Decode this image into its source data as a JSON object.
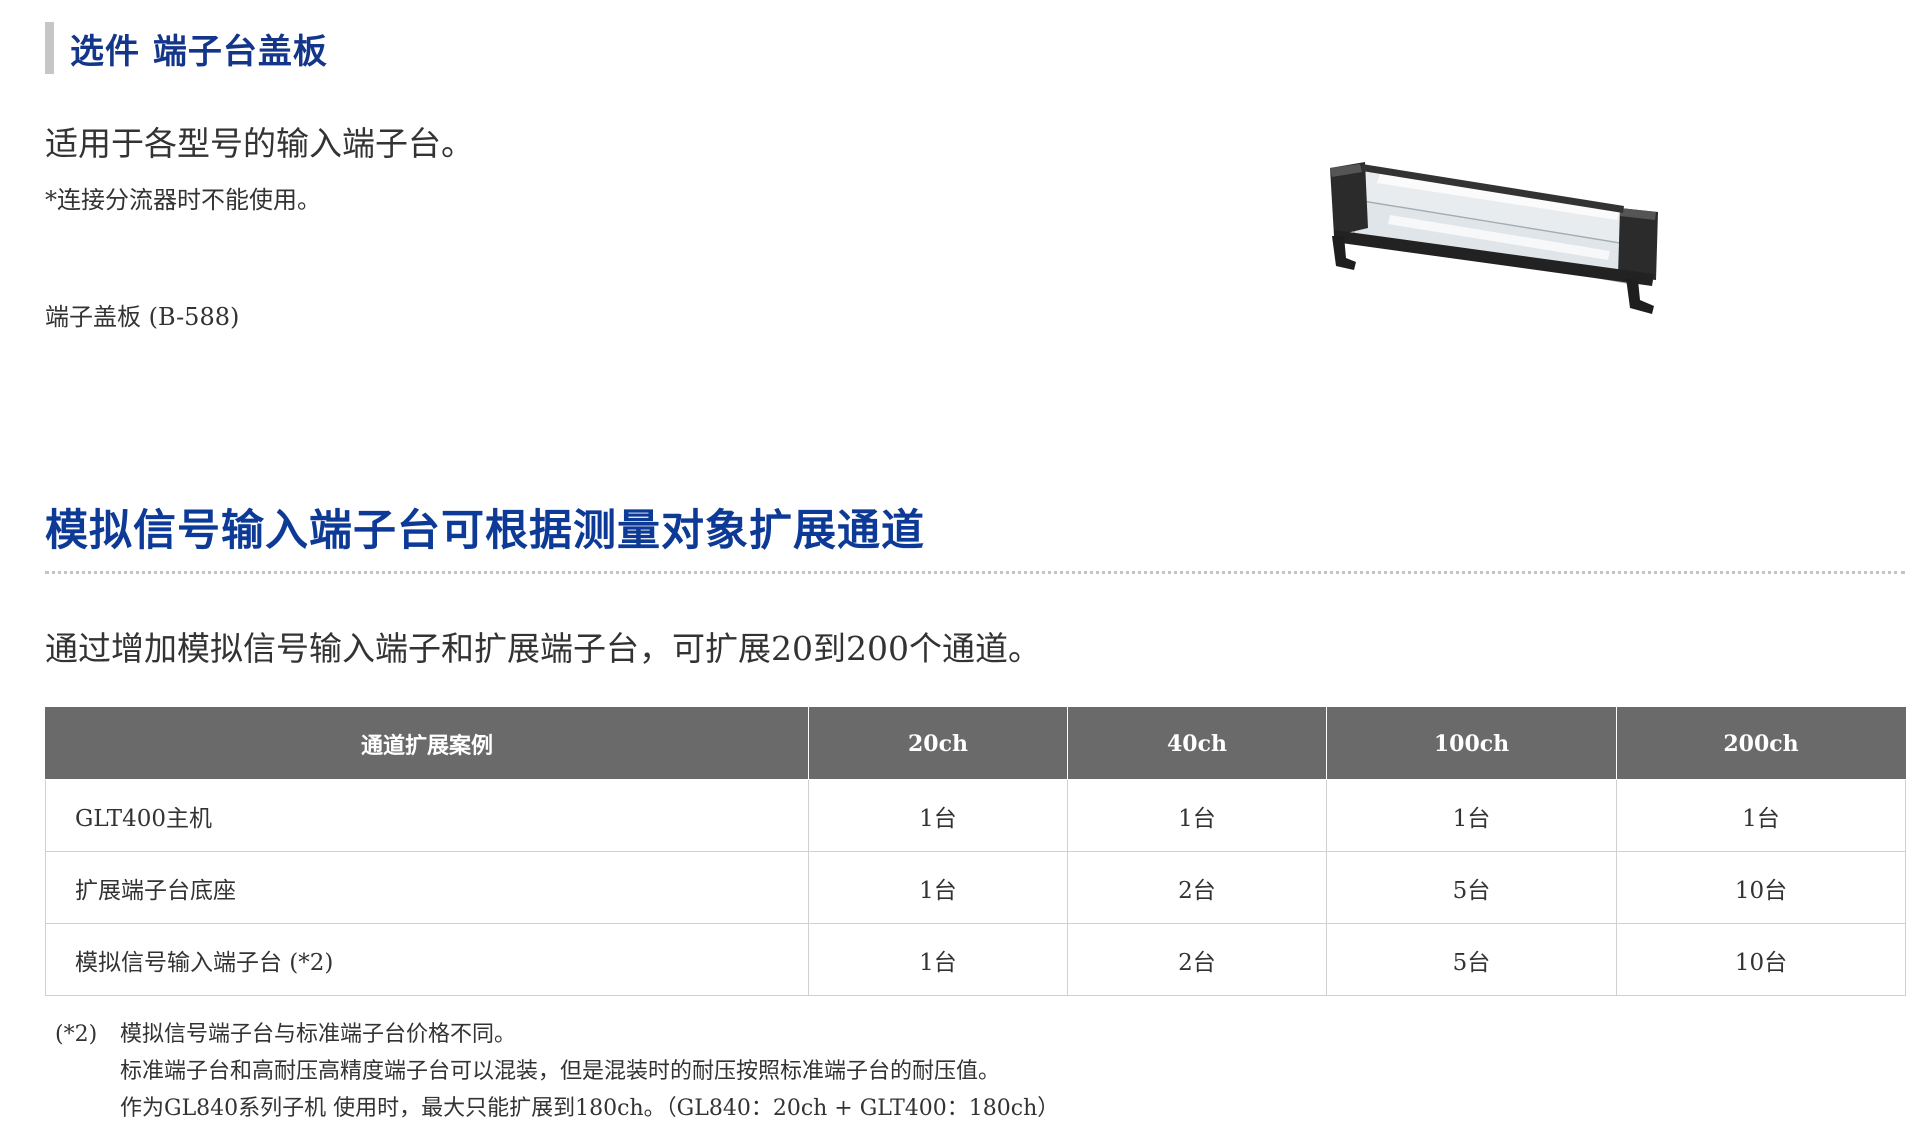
{
  "option": {
    "heading": "选件 端子台盖板",
    "description": "适用于各型号的输入端子台。",
    "note": "*连接分流器时不能使用。",
    "caption": "端子盖板 (B-588)",
    "image_icon": "terminal-cover-product-image"
  },
  "expansion": {
    "title": "模拟信号输入端子台可根据测量对象扩展通道",
    "lead": "通过增加模拟信号输入端子和扩展端子台，可扩展20到200个通道。",
    "table": {
      "headers": [
        "通道扩展案例",
        "20ch",
        "40ch",
        "100ch",
        "200ch"
      ],
      "rows": [
        [
          "GLT400主机",
          "1台",
          "1台",
          "1台",
          "1台"
        ],
        [
          "扩展端子台底座",
          "1台",
          "2台",
          "5台",
          "10台"
        ],
        [
          "模拟信号输入端子台 (*2)",
          "1台",
          "2台",
          "5台",
          "10台"
        ]
      ]
    },
    "footnote": {
      "mark": "(*2)",
      "lines": [
        "模拟信号端子台与标准端子台价格不同。",
        "标准端子台和高耐压高精度端子台可以混装，但是混装时的耐压按照标准端子台的耐压值。",
        "作为GL840系列子机 使用时，最大只能扩展到180ch。（GL840：20ch + GLT400：180ch）"
      ]
    }
  },
  "colors": {
    "heading_blue": "#13358a",
    "title_blue": "#0d3a96",
    "table_header_bg": "#6a6a6a",
    "accent_bar": "#c6c6c6"
  }
}
